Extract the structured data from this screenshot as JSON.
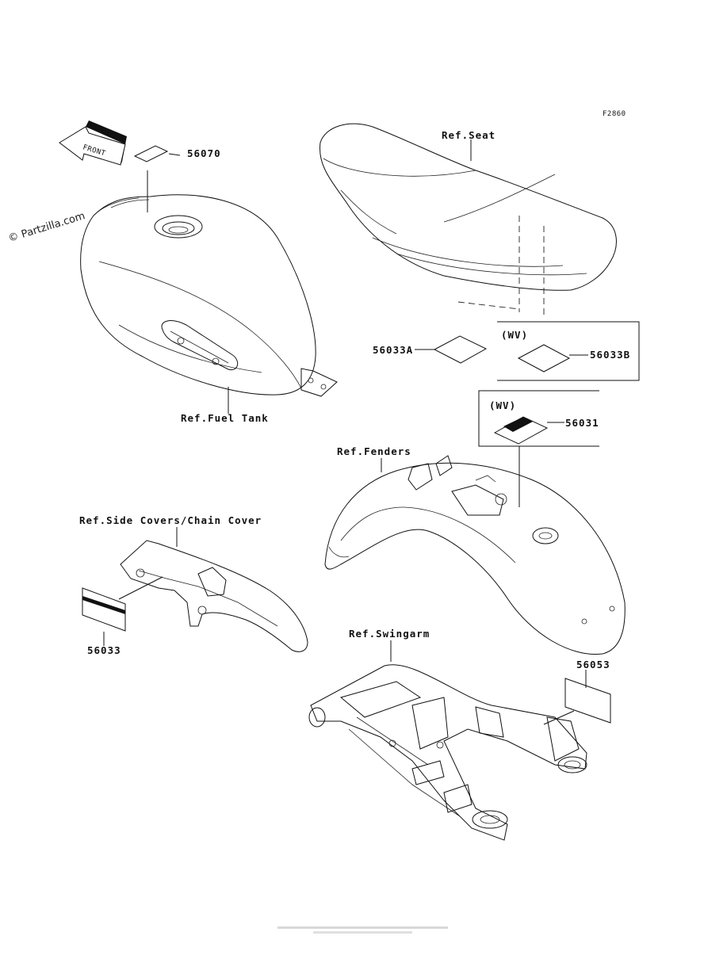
{
  "figure_code": "F2860",
  "watermark": "© Partzilla.com",
  "front_arrow_text": "FRONT",
  "references": {
    "seat": "Ref.Seat",
    "fuel_tank": "Ref.Fuel Tank",
    "fenders": "Ref.Fenders",
    "side_covers": "Ref.Side Covers/Chain Cover",
    "swingarm": "Ref.Swingarm"
  },
  "variant_tags": {
    "seat_label": "(WV)",
    "fender_label": "(WV)"
  },
  "parts": {
    "p56070": "56070",
    "p56033A": "56033A",
    "p56033B": "56033B",
    "p56031": "56031",
    "p56033": "56033",
    "p56053": "56053"
  },
  "colors": {
    "line": "#111111",
    "background": "#ffffff"
  }
}
